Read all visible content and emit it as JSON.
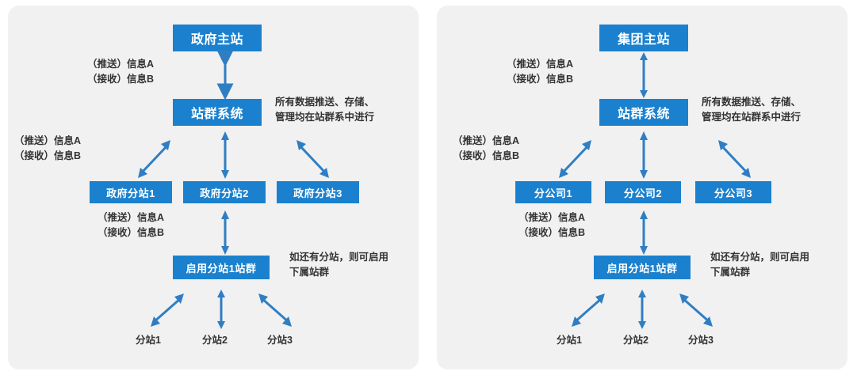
{
  "diagram": {
    "type": "org-flow",
    "panel_background": "#f1f1f1",
    "node_color": "#1b81ce",
    "arrow_color": "#2f7ec4",
    "text_color": "#333333",
    "panels": [
      {
        "id": "government",
        "nodes": {
          "main_site": "政府主站",
          "site_cluster_system": "站群系统",
          "branch_1": "政府分站1",
          "branch_2": "政府分站2",
          "branch_3": "政府分站3",
          "sub_cluster": "启用分站1站群"
        },
        "flow_labels": [
          {
            "id": "top",
            "line1": "（推送）信息A",
            "line2": "（接收）信息B"
          },
          {
            "id": "mid",
            "line1": "（推送）信息A",
            "line2": "（接收）信息B"
          },
          {
            "id": "low",
            "line1": "（推送）信息A",
            "line2": "（接收）信息B"
          }
        ],
        "notes": [
          {
            "id": "storage",
            "line1": "所有数据推送、存储、",
            "line2": "管理均在站群系中进行"
          },
          {
            "id": "sub-cluster",
            "line1": "如还有分站，则可启用",
            "line2": "下属站群"
          }
        ],
        "leaves": [
          "分站1",
          "分站2",
          "分站3"
        ]
      },
      {
        "id": "group",
        "nodes": {
          "main_site": "集团主站",
          "site_cluster_system": "站群系统",
          "branch_1": "分公司1",
          "branch_2": "分公司2",
          "branch_3": "分公司3",
          "sub_cluster": "启用分站1站群"
        },
        "flow_labels": [
          {
            "id": "top",
            "line1": "（推送）信息A",
            "line2": "（接收）信息B"
          },
          {
            "id": "mid",
            "line1": "（推送）信息A",
            "line2": "（接收）信息B"
          },
          {
            "id": "low",
            "line1": "（推送）信息A",
            "line2": "（接收）信息B"
          }
        ],
        "notes": [
          {
            "id": "storage",
            "line1": "所有数据推送、存储、",
            "line2": "管理均在站群系中进行"
          },
          {
            "id": "sub-cluster",
            "line1": "如还有分站，则可启用",
            "line2": "下属站群"
          }
        ],
        "leaves": [
          "分站1",
          "分站2",
          "分站3"
        ]
      }
    ]
  }
}
